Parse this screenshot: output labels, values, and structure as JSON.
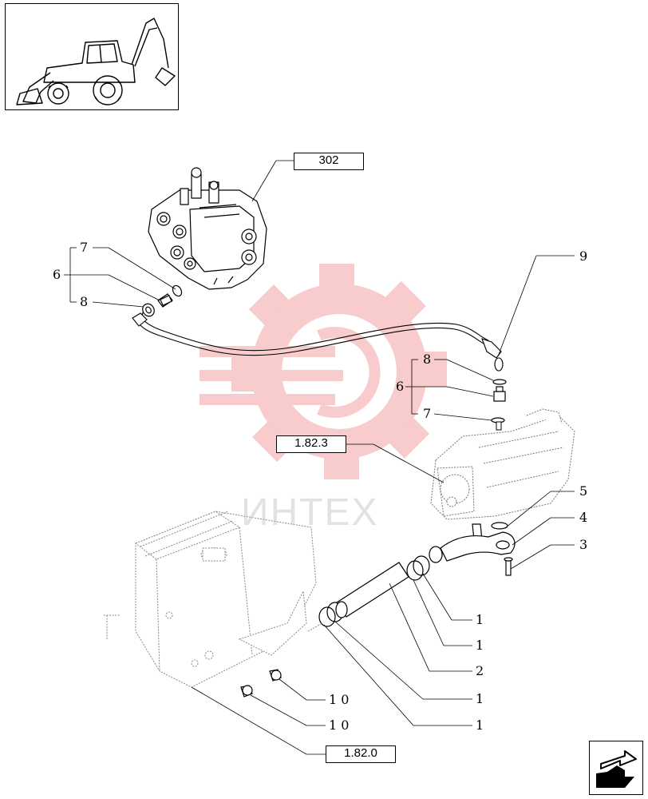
{
  "watermark": {
    "text": "ИНТЕХ",
    "color": "#f08080"
  },
  "references": {
    "control_valve": "302",
    "pump": "1.82.3",
    "tank": "1.82.0"
  },
  "callouts": {
    "c1a": "1",
    "c1b": "1",
    "c1c": "1",
    "c1d": "1",
    "c2": "2",
    "c3": "3",
    "c4": "4",
    "c5": "5",
    "c6_left": "6",
    "c6_right": "6",
    "c7_left": "7",
    "c7_right": "7",
    "c8_left": "8",
    "c8_right": "8",
    "c9": "9",
    "c10a": "1 0",
    "c10b": "1 0"
  },
  "icons": {
    "thumbnail": "backhoe-loader-icon",
    "navigation": "next-page-arrow-icon"
  }
}
